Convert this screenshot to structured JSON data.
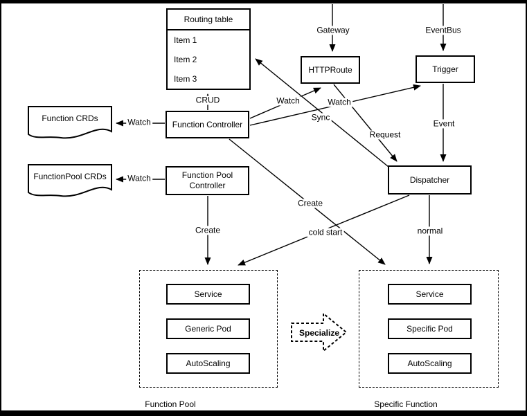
{
  "colors": {
    "stroke": "#000000",
    "background": "#ffffff"
  },
  "nodes": {
    "routing_table": {
      "title": "Routing table",
      "items": [
        "Item 1",
        "Item 2",
        "Item 3"
      ]
    },
    "http_route": {
      "label": "HTTPRoute"
    },
    "trigger": {
      "label": "Trigger"
    },
    "function_crds": {
      "label": "Function CRDs"
    },
    "function_controller": {
      "label": "Function Controller"
    },
    "functionpool_crds": {
      "label": "FunctionPool CRDs"
    },
    "function_pool_controller": {
      "label": "Function Pool Controller"
    },
    "dispatcher": {
      "label": "Dispatcher"
    },
    "pool_service": {
      "label": "Service"
    },
    "pool_generic_pod": {
      "label": "Generic Pod"
    },
    "pool_autoscaling": {
      "label": "AutoScaling"
    },
    "specific_service": {
      "label": "Service"
    },
    "specific_pod": {
      "label": "Specific Pod"
    },
    "specific_autoscaling": {
      "label": "AutoScaling"
    },
    "specialize_arrow": {
      "label": "Specialize"
    }
  },
  "groups": {
    "function_pool": {
      "label": "Function Pool"
    },
    "specific_function": {
      "label": "Specific Function"
    }
  },
  "edges": {
    "gateway": {
      "label": "Gateway"
    },
    "eventbus": {
      "label": "EventBus"
    },
    "crud": {
      "label": "CRUD"
    },
    "watch_function_crds": {
      "label": "Watch"
    },
    "watch_functionpool_crds": {
      "label": "Watch"
    },
    "watch_httproute": {
      "label": "Watch"
    },
    "watch_trigger": {
      "label": "Watch"
    },
    "sync": {
      "label": "Sync"
    },
    "request": {
      "label": "Request"
    },
    "event": {
      "label": "Event"
    },
    "create_specific": {
      "label": "Create"
    },
    "create_pool": {
      "label": "Create"
    },
    "cold_start": {
      "label": "cold start"
    },
    "normal": {
      "label": "normal"
    }
  }
}
